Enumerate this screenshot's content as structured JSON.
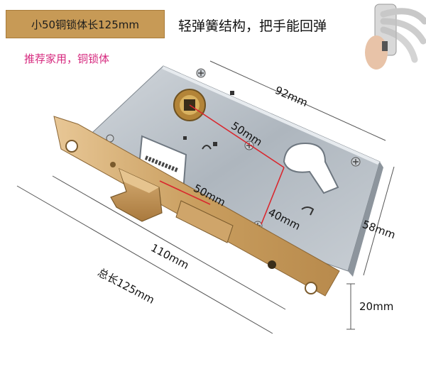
{
  "header": {
    "spec_label": "小50铜锁体长125mm",
    "feature_text": "轻弹簧结构，把手能回弹",
    "recommend_text": "推荐家用，铜锁体"
  },
  "dimensions": {
    "width_92": "92mm",
    "backset_50_top": "50mm",
    "backset_50_side": "50mm",
    "spacing_40": "40mm",
    "height_58": "58mm",
    "length_110": "110mm",
    "total_length": "总长125mm",
    "faceplate_20": "20mm"
  },
  "colors": {
    "brass": "#c9a36a",
    "steel": "#b8c0c8",
    "dimension_line": "#d9272e",
    "accent_text": "#d6287e"
  }
}
